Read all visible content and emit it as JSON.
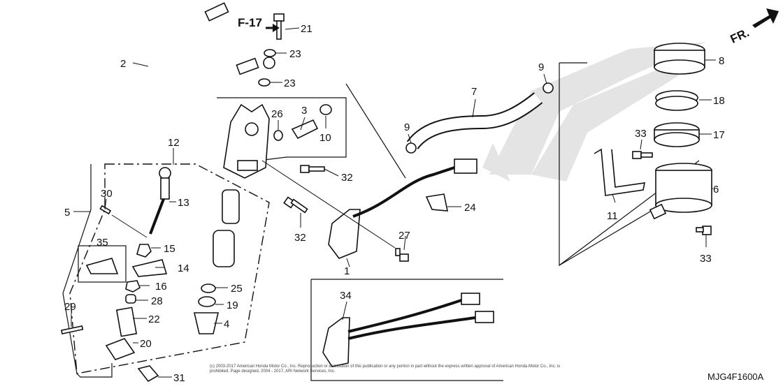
{
  "refs": {
    "section": "F-17",
    "forward": "FR."
  },
  "callouts": {
    "c1": "1",
    "c2": "2",
    "c3": "3",
    "c4": "4",
    "c5": "5",
    "c6": "6",
    "c7": "7",
    "c8": "8",
    "c9a": "9",
    "c9b": "9",
    "c10": "10",
    "c11": "11",
    "c12": "12",
    "c13": "13",
    "c14": "14",
    "c15": "15",
    "c16": "16",
    "c17": "17",
    "c18": "18",
    "c19": "19",
    "c20": "20",
    "c21": "21",
    "c22": "22",
    "c23a": "23",
    "c23b": "23",
    "c24": "24",
    "c25": "25",
    "c26": "26",
    "c27": "27",
    "c28": "28",
    "c29": "29",
    "c30": "30",
    "c31": "31",
    "c32a": "32",
    "c32b": "32",
    "c33a": "33",
    "c33b": "33",
    "c34": "34",
    "c35": "35"
  },
  "footer": {
    "copyright": "(c) 2003-2017 American Honda Motor Co., Inc. Reproduction or distribution of this publication or any portion in part without the express written approval of American Honda Motor Co., Inc. is prohibited. Page designed, 2004 - 2017, ARI Network Services, Inc.",
    "drawing_code": "MJG4F1600A"
  }
}
